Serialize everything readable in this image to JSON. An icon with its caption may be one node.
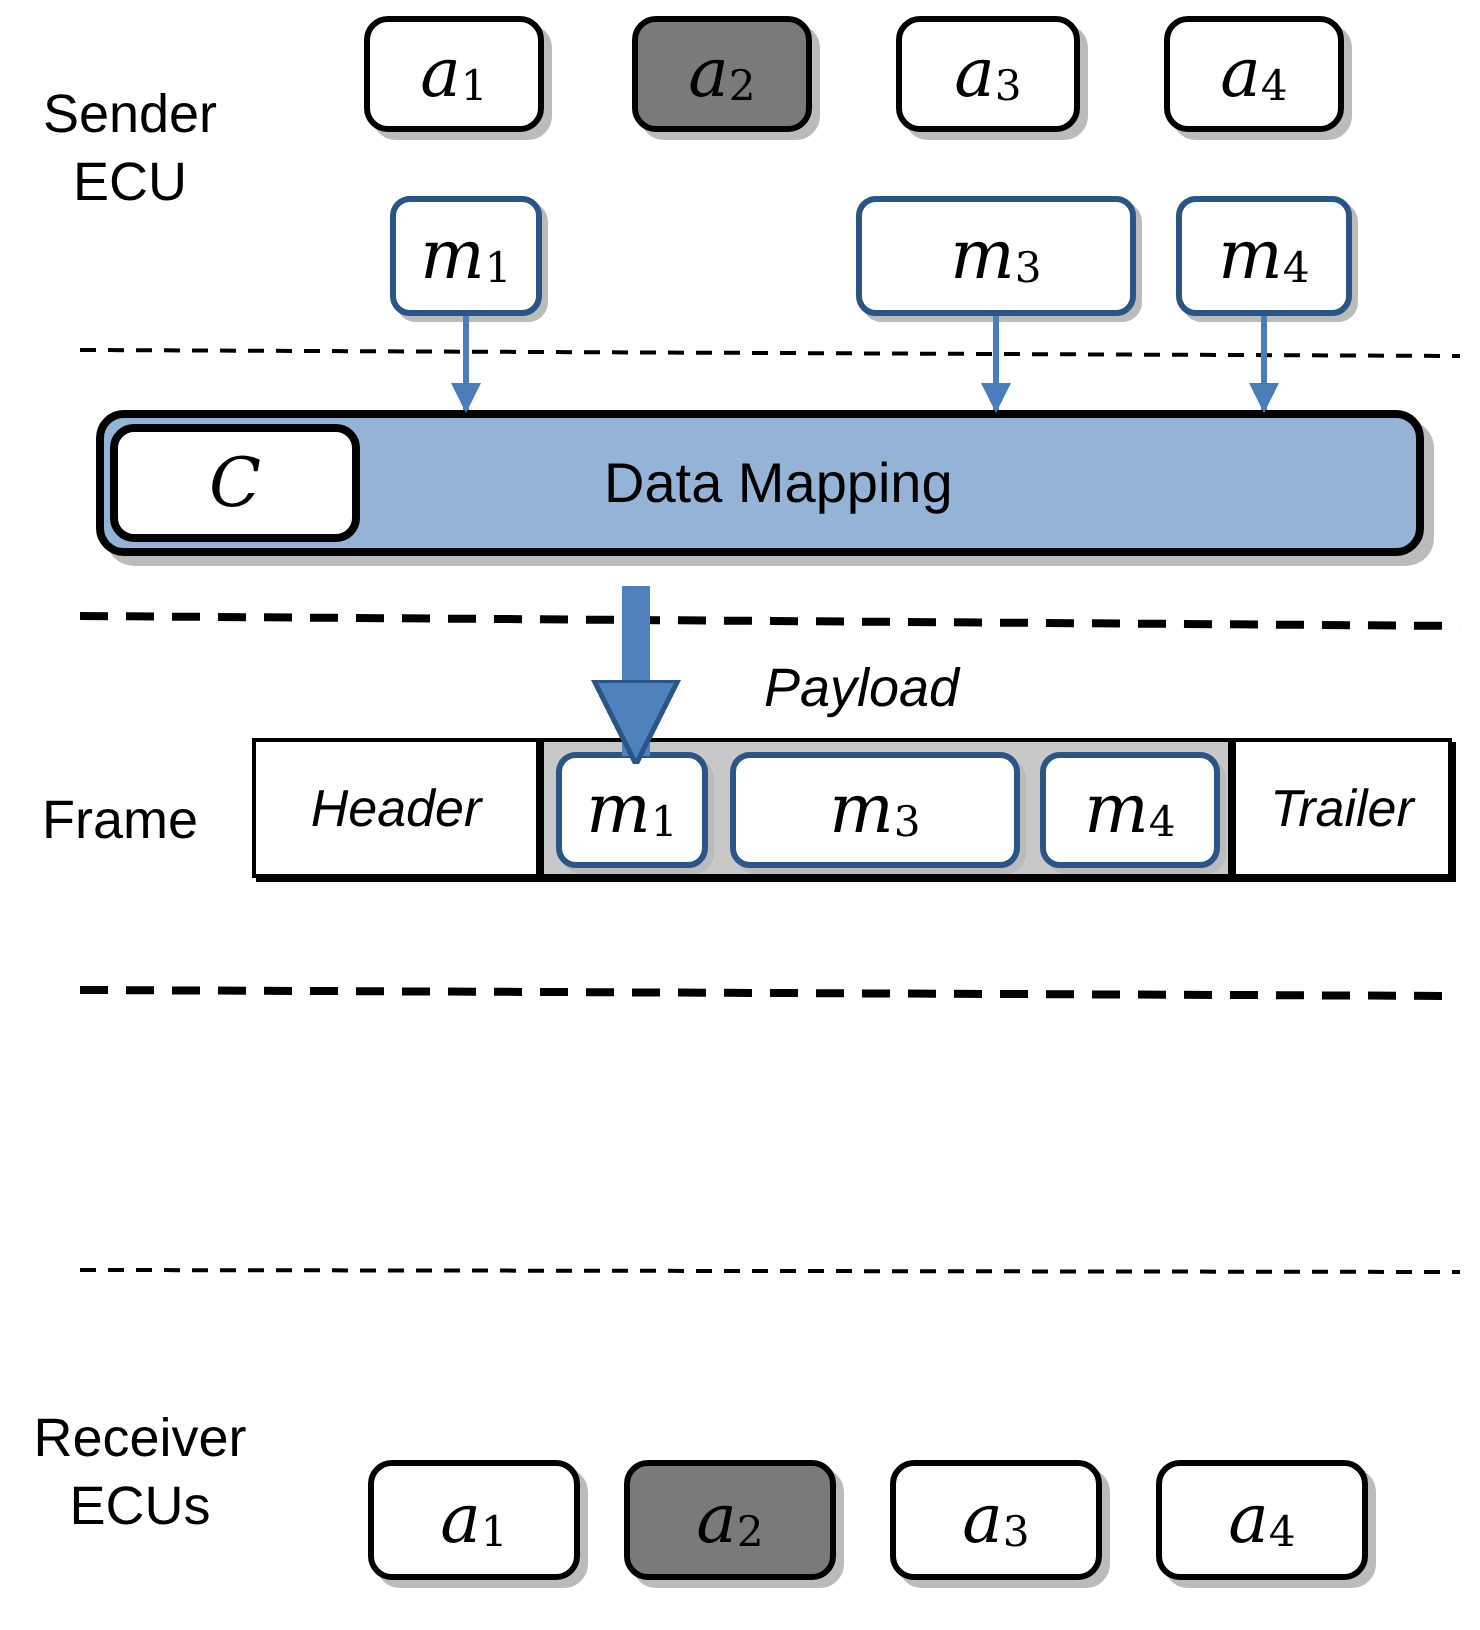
{
  "diagram": {
    "nodes": [
      {
        "text": [
          "a$_{1}$"
        ]
      },
      {
        "text": [
          "a$_{2}$"
        ]
      },
      {
        "text": [
          "a$_{3}$"
        ]
      },
      {
        "text": [
          "a$_{4}$"
        ]
      },
      {
        "text": [
          "m$_{1}$"
        ]
      },
      {
        "text": [
          "m$_{3}$"
        ]
      },
      {
        "text": [
          "m$_{4}$"
        ]
      },
      {
        "text": [
          "Data Mapping"
        ]
      },
      {
        "text": [
          "C"
        ],
        "in": 7
      },
      {
        "text": [],
        "shape": "box"
      },
      {
        "text": [
          "Header"
        ],
        "in": 9
      },
      {
        "text": [
          "Payload"
        ],
        "in": 9
      },
      {
        "text": [
          "m$_{1}$"
        ],
        "in": 11
      },
      {
        "text": [
          "m$_{3}$"
        ],
        "in": 11
      },
      {
        "text": [
          "m$_{4}$"
        ],
        "in": 11
      },
      {
        "text": [
          "Trailer"
        ],
        "in": 9
      },
      {
        "text": [
          "a$_{1}$"
        ]
      },
      {
        "text": [
          "a$_{2}$"
        ]
      },
      {
        "text": [
          "a$_{3}$"
        ]
      },
      {
        "text": [
          "a$_{4}$"
        ]
      }
    ],
    "edges": [
      {
        "from": 4,
        "to": 7,
        "arrow": "to"
      },
      {
        "from": 5,
        "to": 7,
        "arrow": "to"
      },
      {
        "from": 6,
        "to": 7,
        "arrow": "to"
      },
      {
        "from": 7,
        "to": 12,
        "arrow": "to",
        "style": "thick"
      }
    ],
    "labels": [
      "Sender ECU",
      "Frame",
      "Receiver ECUs"
    ]
  }
}
